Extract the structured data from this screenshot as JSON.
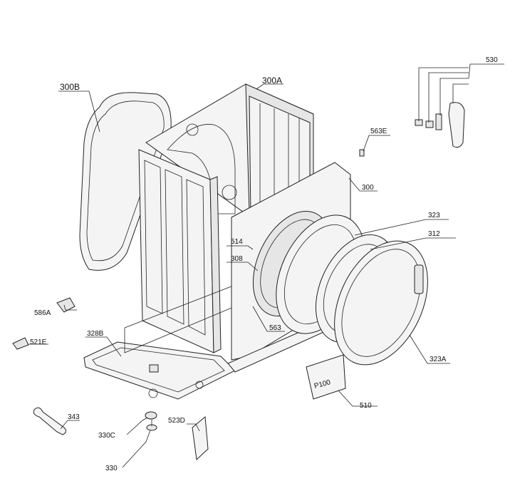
{
  "callouts": [
    {
      "id": "300B",
      "text": "300B"
    },
    {
      "id": "300A",
      "text": "300A"
    },
    {
      "id": "530",
      "text": "530"
    },
    {
      "id": "563E",
      "text": "563E"
    },
    {
      "id": "300",
      "text": "300"
    },
    {
      "id": "323",
      "text": "323"
    },
    {
      "id": "312",
      "text": "312"
    },
    {
      "id": "514",
      "text": "514"
    },
    {
      "id": "308",
      "text": "308"
    },
    {
      "id": "586A",
      "text": "586A"
    },
    {
      "id": "563",
      "text": "563"
    },
    {
      "id": "328B",
      "text": "328B"
    },
    {
      "id": "521E",
      "text": "521E"
    },
    {
      "id": "323A",
      "text": "323A"
    },
    {
      "id": "510",
      "text": "510"
    },
    {
      "id": "343",
      "text": "343"
    },
    {
      "id": "523D",
      "text": "523D"
    },
    {
      "id": "330C",
      "text": "330C"
    },
    {
      "id": "330",
      "text": "330"
    }
  ],
  "plate_text": "P100"
}
